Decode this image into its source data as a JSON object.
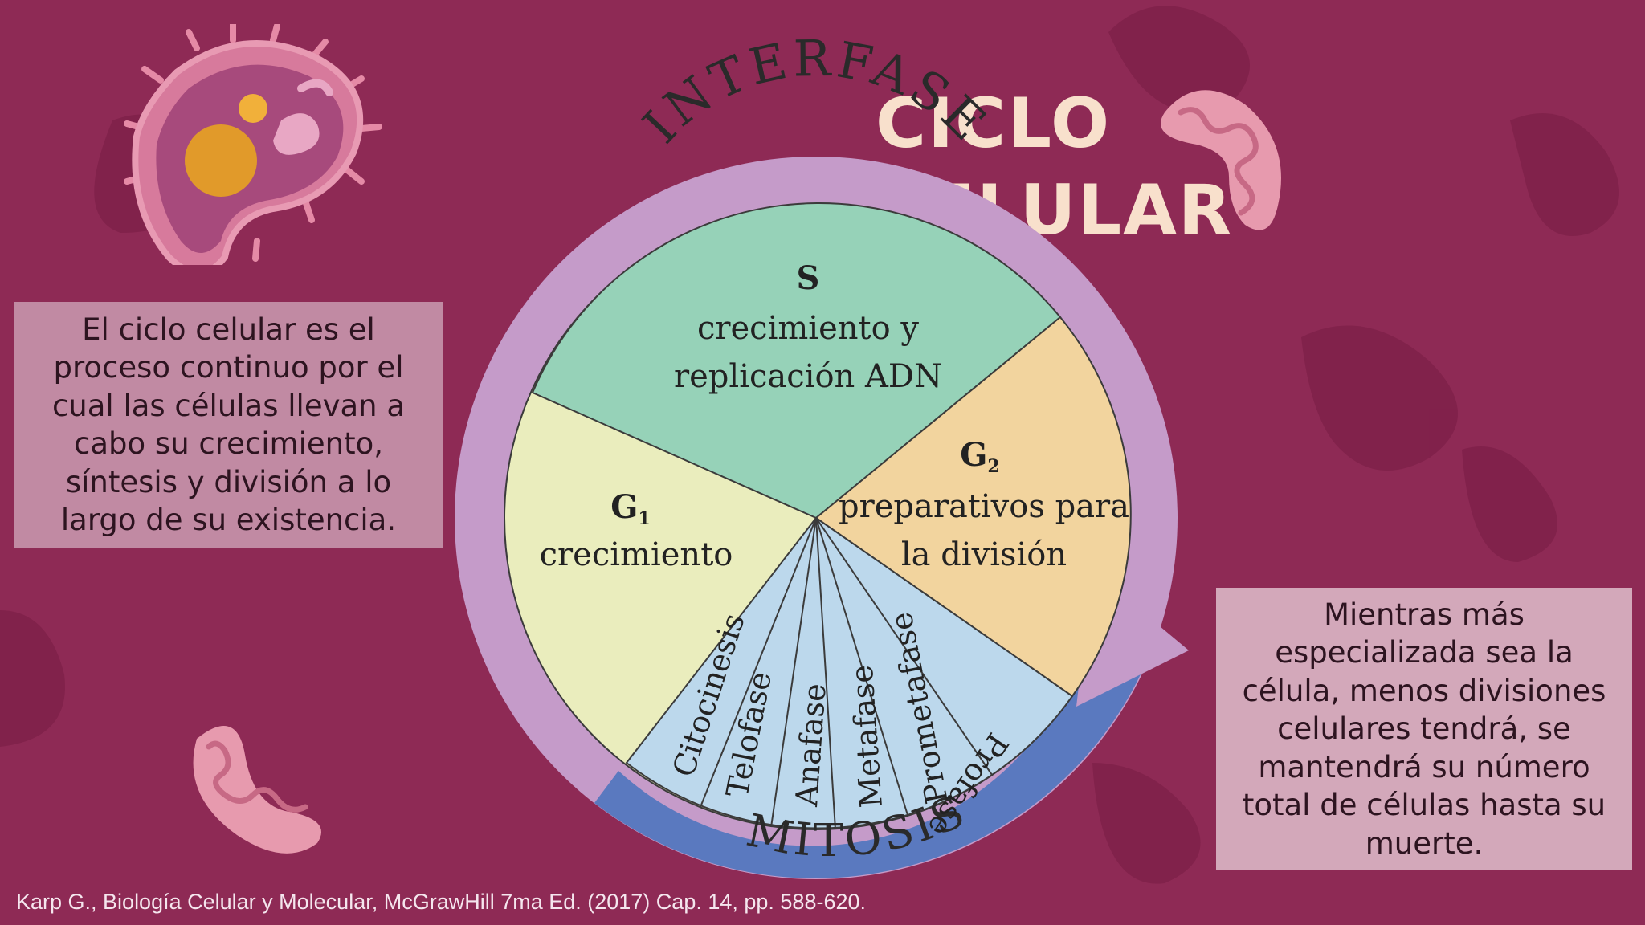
{
  "title": {
    "line1": "CICLO",
    "line2": "CELULAR"
  },
  "info_left": "El ciclo celular es el proceso continuo por el cual las células llevan a cabo su crecimiento, síntesis y división a lo largo de su existencia.",
  "info_right": "Mientras más especializada sea la célula, menos divisiones celulares tendrá, se mantendrá su número total de células hasta su muerte.",
  "citation": "Karp G., Biología Celular y Molecular, McGrawHill 7ma Ed. (2017) Cap. 14, pp. 588-620.",
  "diagram": {
    "ring_interfase": "INTERFASE",
    "ring_mitosis": "MITOSIS",
    "phase_s": {
      "name": "S",
      "desc1": "crecimiento y",
      "desc2": "replicación ADN"
    },
    "phase_g1": {
      "name": "G",
      "sub": "1",
      "desc": "crecimiento"
    },
    "phase_g2": {
      "name": "G",
      "sub": "2",
      "desc1": "preparativos para",
      "desc2": "la división"
    },
    "mitosis_phases": [
      "Citocinesis",
      "Telofase",
      "Anafase",
      "Metafase",
      "Prometafase",
      "Profase"
    ]
  },
  "colors": {
    "background": "#8e2a55",
    "ring_interfase": "#c59bc9",
    "ring_mitosis": "#5a79bf",
    "phase_s": "#96d2b8",
    "phase_g1": "#eaedbd",
    "phase_g2": "#f2d49e",
    "mitosis_wedges": "#bcd8ec"
  }
}
